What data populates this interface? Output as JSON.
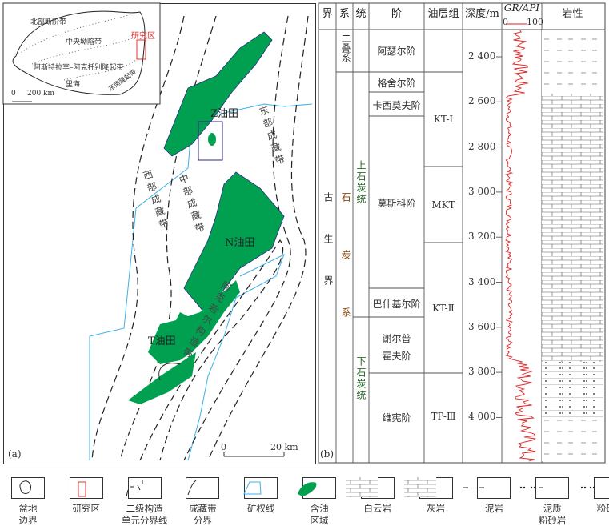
{
  "panel_a": {
    "label": "(a)",
    "inset": {
      "labels": [
        "北部断阶带",
        "中央坳陷带",
        "阿斯特拉罕–阿克托别隆起带",
        "里海",
        "东南隆起带"
      ],
      "study_area": "研究区",
      "scale": [
        "0",
        "200 km"
      ]
    },
    "fields": [
      "Z油田",
      "N油田",
      "T油田"
    ],
    "zones": {
      "west": "西部成藏带",
      "middle": "中部成藏带",
      "east": "东部成藏带",
      "structure": "阿克若尔构造带"
    },
    "scale": [
      "0",
      "20 km"
    ],
    "colors": {
      "oil": "#00a050",
      "license": "#3cb0e8",
      "study": "#e83030",
      "boundary": "#2a2a80"
    }
  },
  "panel_b": {
    "label": "(b)",
    "headers": [
      "界",
      "系",
      "统",
      "阶",
      "油层组",
      "深度/m",
      "GR/API",
      "0",
      "100",
      "岩性"
    ],
    "erathem": "古生界",
    "systems": [
      "二叠系",
      "石炭系"
    ],
    "series": [
      "上石炭统",
      "下石炭统"
    ],
    "stages": [
      "阿瑟尔阶",
      "格舍尔阶",
      "卡西莫夫阶",
      "莫斯科阶",
      "巴什基尔阶",
      "谢尔普霍夫阶",
      "维宪阶"
    ],
    "stage_sub": [
      "谢尔普",
      "霍夫阶"
    ],
    "oil_groups": [
      "KT-Ⅰ",
      "MKT",
      "KT-Ⅱ",
      "TP-Ⅲ"
    ],
    "depth_ticks": [
      "2 400",
      "2 600",
      "2 800",
      "3 000",
      "3 200",
      "3 400",
      "3 600",
      "3 800",
      "4 000"
    ]
  },
  "legend": [
    {
      "name": "basin-boundary",
      "label": [
        "盆地",
        "边界"
      ]
    },
    {
      "name": "study-area",
      "label": [
        "研究区"
      ]
    },
    {
      "name": "secondary-unit-boundary",
      "label": [
        "二级构造",
        "单元分界线"
      ]
    },
    {
      "name": "accumulation-zone-boundary",
      "label": [
        "成藏带",
        "分界"
      ]
    },
    {
      "name": "license-line",
      "label": [
        "矿权线"
      ]
    },
    {
      "name": "oil-area",
      "label": [
        "含油",
        "区域"
      ]
    },
    {
      "name": "dolomite",
      "label": [
        "白云岩"
      ]
    },
    {
      "name": "limestone",
      "label": [
        "灰岩"
      ]
    },
    {
      "name": "mudstone",
      "label": [
        "泥岩"
      ]
    },
    {
      "name": "argillaceous-siltstone",
      "label": [
        "泥质",
        "粉砂岩"
      ]
    },
    {
      "name": "siltstone",
      "label": [
        "粉砂岩"
      ]
    }
  ]
}
